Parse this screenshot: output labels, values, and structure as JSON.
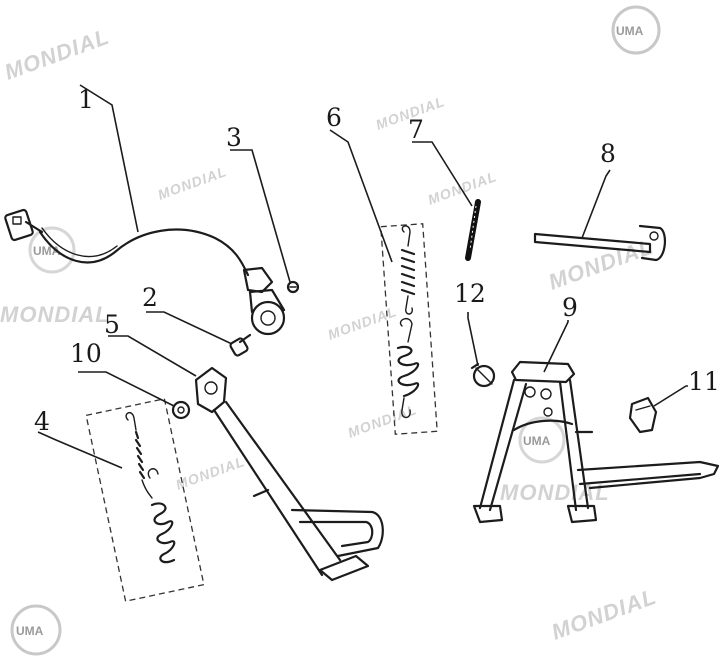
{
  "watermark": {
    "text": "MONDIAL",
    "logo_text": "UMA"
  },
  "callouts": [
    {
      "id": "1",
      "label": "1"
    },
    {
      "id": "2",
      "label": "2"
    },
    {
      "id": "3",
      "label": "3"
    },
    {
      "id": "4",
      "label": "4"
    },
    {
      "id": "5",
      "label": "5"
    },
    {
      "id": "6",
      "label": "6"
    },
    {
      "id": "7",
      "label": "7"
    },
    {
      "id": "8",
      "label": "8"
    },
    {
      "id": "9",
      "label": "9"
    },
    {
      "id": "10",
      "label": "10"
    },
    {
      "id": "11",
      "label": "11"
    },
    {
      "id": "12",
      "label": "12"
    }
  ]
}
